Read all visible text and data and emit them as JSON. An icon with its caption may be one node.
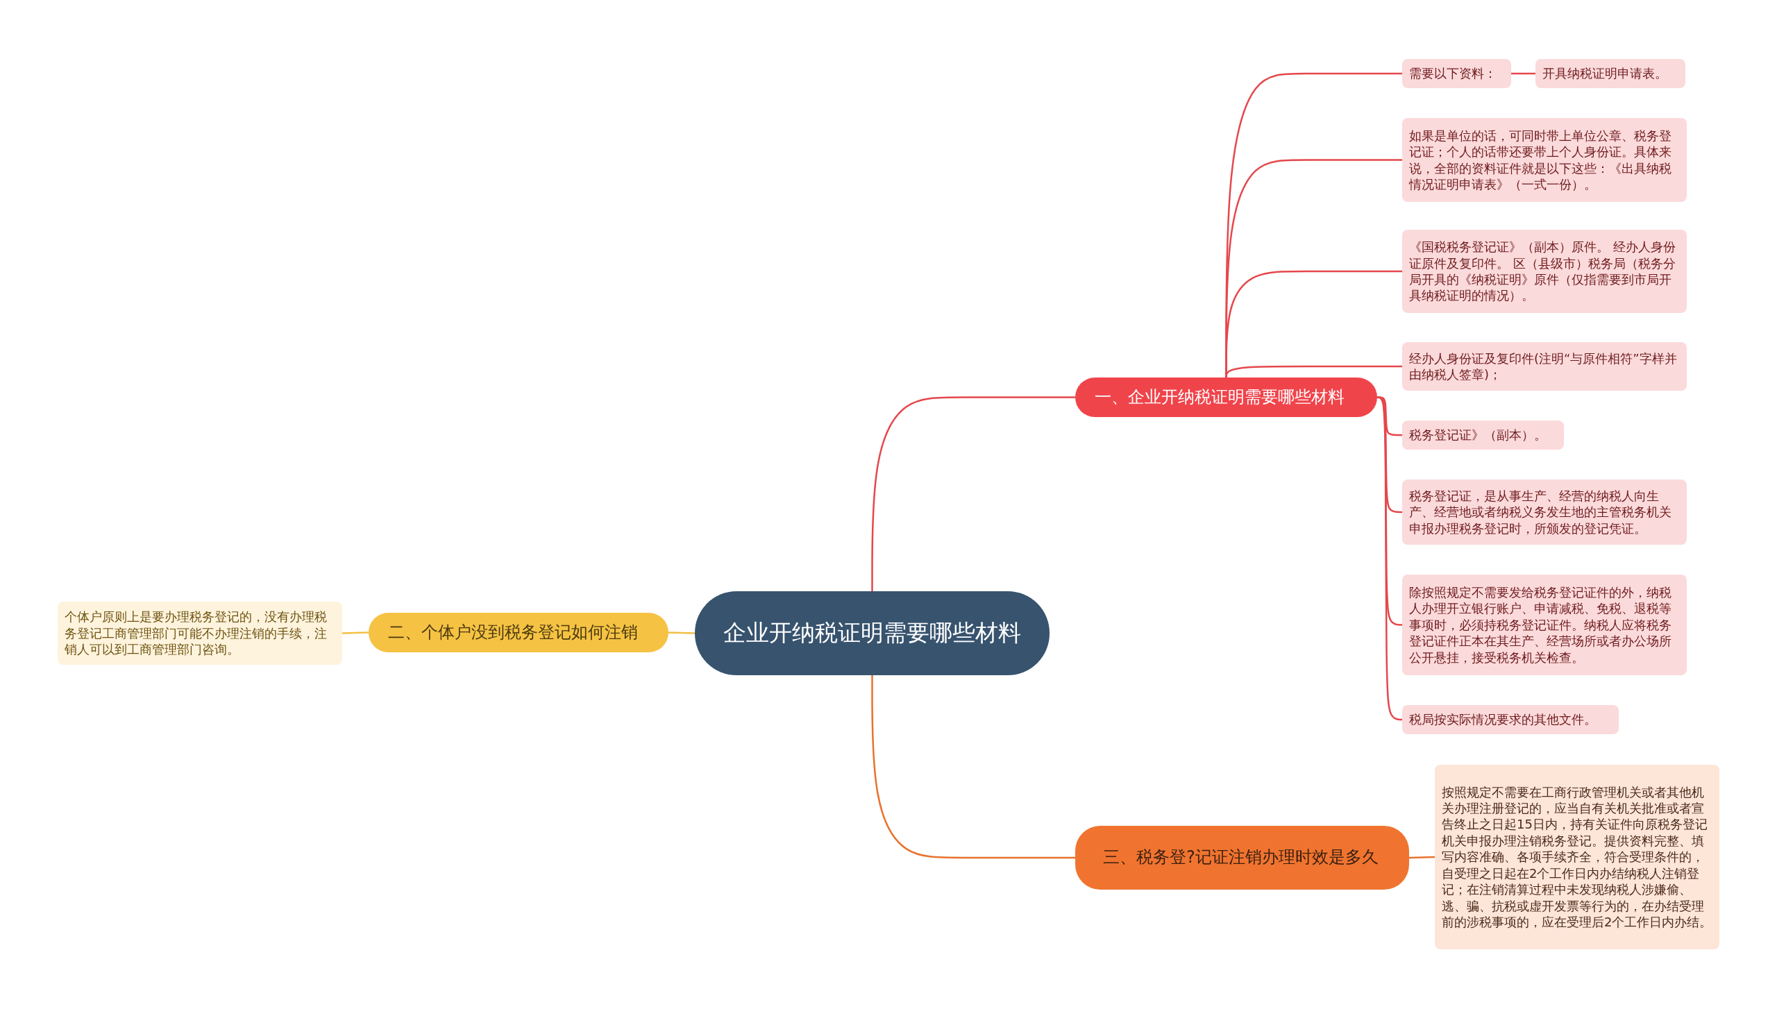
{
  "diagram": {
    "nodes": [
      {
        "text": [
          "企业开纳税证明需要哪些材料"
        ]
      },
      {
        "text": [
          "一、企业开纳税证明需要哪些材料"
        ]
      },
      {
        "text": [
          "需要以下资料："
        ]
      },
      {
        "text": [
          "开具纳税证明申请表。"
        ]
      },
      {
        "text": [
          "如果是单位的话，可同时带上单位公章、税务登记证；个人的话带还要带上个人身份证。具体来说，全部的资料证件就是以下这些：《出具纳税情况证明申请表》（一式一份）。"
        ]
      },
      {
        "text": [
          "《国税税务登记证》（副本）原件。 经办人身份证原件及复印件。 区（县级市）税务局（税务分局开具的《纳税证明》原件（仅指需要到市局开具纳税证明的情况）。"
        ]
      },
      {
        "text": [
          "经办人身份证及复印件(注明“与原件相符”字样并由纳税人签章)；"
        ]
      },
      {
        "text": [
          "税务登记证》（副本）。"
        ]
      },
      {
        "text": [
          "税务登记证，是从事生产、经营的纳税人向生产、经营地或者纳税义务发生地的主管税务机关申报办理税务登记时，所颁发的登记凭证。"
        ]
      },
      {
        "text": [
          "除按照规定不需要发给税务登记证件的外，纳税人办理开立银行账户、申请减税、免税、退税等事项时，必须持税务登记证件。纳税人应将税务登记证件正本在其生产、经营场所或者办公场所公开悬挂，接受税务机关检查。"
        ]
      },
      {
        "text": [
          "税局按实际情况要求的其他文件。"
        ]
      },
      {
        "text": [
          "二、个体户没到税务登记如何注销"
        ]
      },
      {
        "text": [
          "个体户原则上是要办理税务登记的，没有办理税务登记工商管理部门可能不办理注销的手续，注销人可以到工商管理部门咨询。"
        ]
      },
      {
        "text": [
          "三、税务登?记证注销办理时效是多久"
        ]
      },
      {
        "text": [
          "按照规定不需要在工商行政管理机关或者其他机关办理注册登记的，应当自有关机关批准或者宣告终止之日起15日内，持有关证件向原税务登记机关申报办理注销税务登记。提供资料完整、填写内容准确、各项手续齐全，符合受理条件的，自受理之日起在2个工作日内办结纳税人注销登记；在注销清算过程中未发现纳税人涉嫌偷、逃、骗、抗税或虚开发票等行为的，在办结受理前的涉税事项的，应在受理后2个工作日内办结。"
        ]
      }
    ],
    "edges": [
      {
        "from": 0,
        "to": 1,
        "arrow": "none"
      },
      {
        "from": 1,
        "to": 2,
        "arrow": "none"
      },
      {
        "from": 2,
        "to": 3,
        "arrow": "none"
      },
      {
        "from": 1,
        "to": 4,
        "arrow": "none"
      },
      {
        "from": 1,
        "to": 5,
        "arrow": "none"
      },
      {
        "from": 1,
        "to": 6,
        "arrow": "none"
      },
      {
        "from": 1,
        "to": 7,
        "arrow": "none"
      },
      {
        "from": 1,
        "to": 8,
        "arrow": "none"
      },
      {
        "from": 1,
        "to": 9,
        "arrow": "none"
      },
      {
        "from": 1,
        "to": 10,
        "arrow": "none"
      },
      {
        "from": 0,
        "to": 11,
        "arrow": "none",
        "color": "#f3bf45"
      },
      {
        "from": 11,
        "to": 12,
        "arrow": "none",
        "color": "#f3bf45"
      },
      {
        "from": 0,
        "to": 13,
        "arrow": "none",
        "color": "#e8722d"
      },
      {
        "from": 13,
        "to": 14,
        "arrow": "none",
        "color": "#e8722d"
      }
    ]
  }
}
